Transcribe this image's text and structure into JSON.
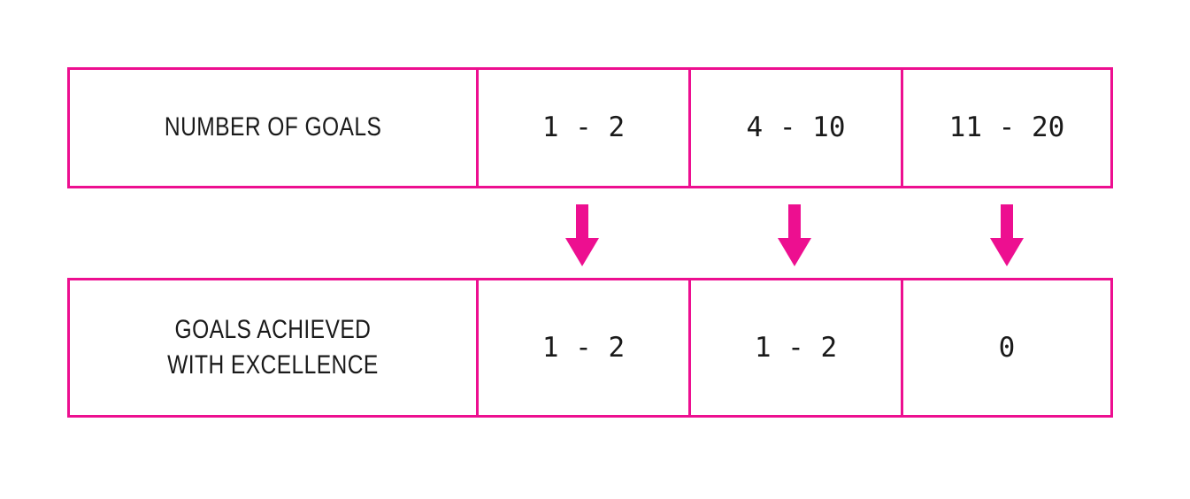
{
  "colors": {
    "accent": "#ED0F90",
    "text": "#1a1a1a",
    "background": "#ffffff"
  },
  "diagram": {
    "rows": [
      {
        "id": "number-of-goals",
        "label": "NUMBER OF GOALS",
        "values": [
          "1 - 2",
          "4 - 10",
          "11 - 20"
        ]
      },
      {
        "id": "goals-achieved-with-excellence",
        "label": "GOALS ACHIEVED\nWITH EXCELLENCE",
        "values": [
          "1 - 2",
          "1 - 2",
          "0"
        ]
      }
    ],
    "arrows": [
      {
        "id": "arrow-column-1",
        "icon": "arrow-down-icon"
      },
      {
        "id": "arrow-column-2",
        "icon": "arrow-down-icon"
      },
      {
        "id": "arrow-column-3",
        "icon": "arrow-down-icon"
      }
    ]
  }
}
